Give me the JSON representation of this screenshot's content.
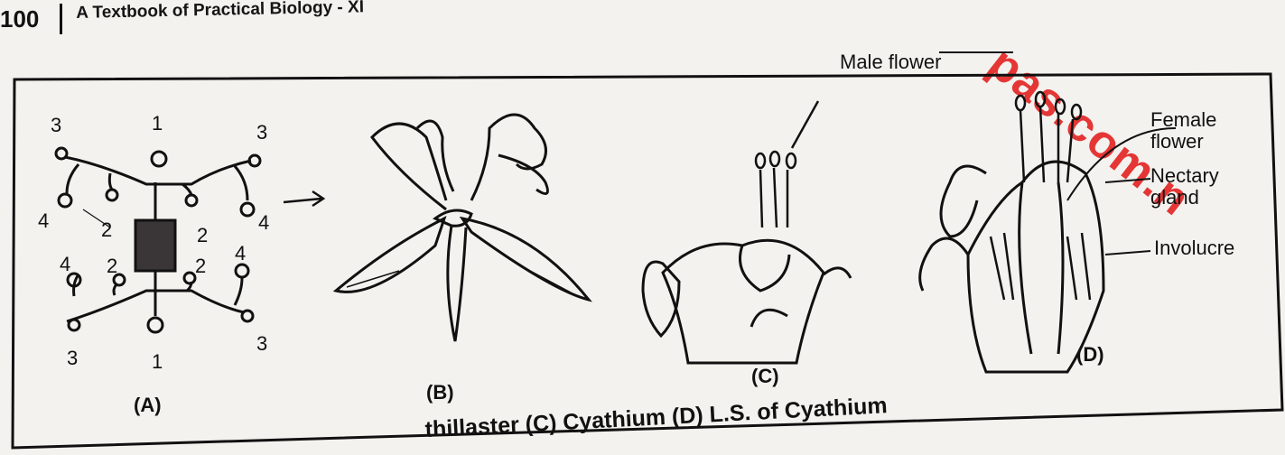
{
  "header": {
    "page_number": "100",
    "book_title": "A Textbook of Practical Biology - XI"
  },
  "watermark": {
    "text": "pas.com.n"
  },
  "figure": {
    "panels": {
      "a": {
        "label": "(A)"
      },
      "b": {
        "label": "(B)"
      },
      "c": {
        "label": "(C)"
      },
      "d": {
        "label": "(D)"
      }
    },
    "floral_diagram_numbers": {
      "top_1": "1",
      "bottom_1": "1",
      "top_left_3": "3",
      "top_right_3": "3",
      "bottom_left_3": "3",
      "bottom_right_3": "3",
      "left_4": "4",
      "right_4": "4",
      "lower_left_4": "4",
      "lower_right_4": "4",
      "left_2": "2",
      "right_2": "2",
      "lower_left_2": "2",
      "lower_right_2": "2"
    },
    "labels": {
      "male_flower": "Male flower",
      "female_flower_line1": "Female",
      "female_flower_line2": "flower",
      "nectary_line1": "Nectary",
      "nectary_line2": "gland",
      "involucre": "Involucre"
    }
  },
  "caption": {
    "text": "thillaster (C) Cyathium (D) L.S. of Cyathium"
  },
  "colors": {
    "ink": "#111111",
    "watermark": "#e32222",
    "paper": "#f3f2ee"
  }
}
